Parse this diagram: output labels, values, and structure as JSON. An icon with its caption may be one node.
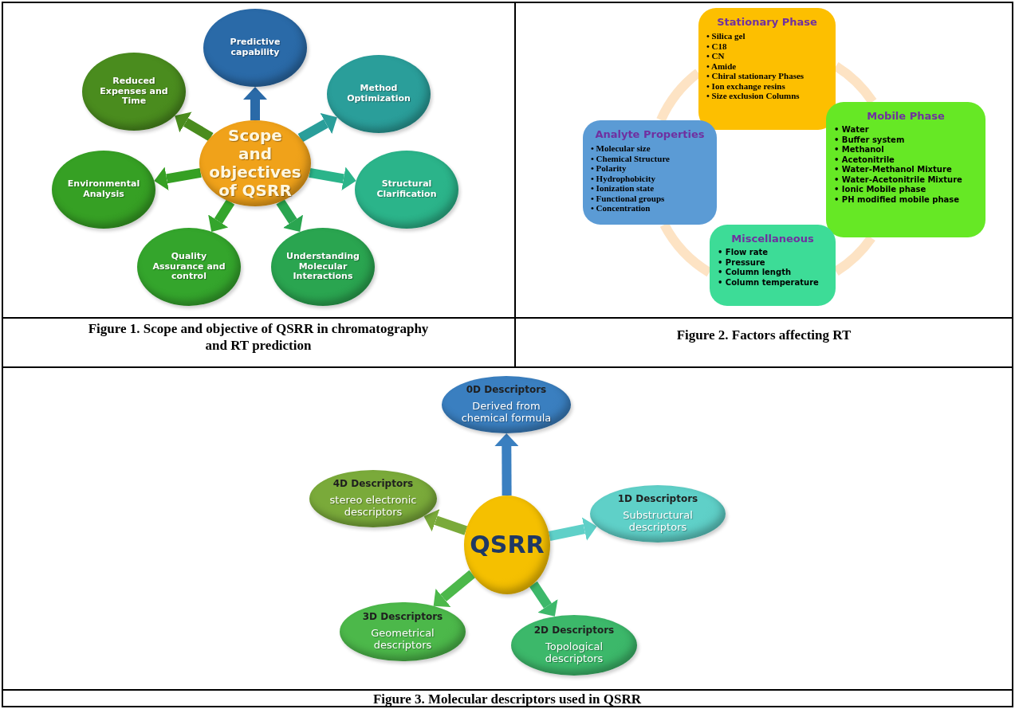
{
  "diagram": {
    "nodes": [
      {
        "text": [
          "Scope and objectives of QSRR"
        ]
      },
      {
        "text": [
          "Predictive capability"
        ]
      },
      {
        "text": [
          "Method Optimization"
        ]
      },
      {
        "text": [
          "Structural Clarification"
        ]
      },
      {
        "text": [
          "Understanding Molecular Interactions"
        ]
      },
      {
        "text": [
          "Quality Assurance and control"
        ]
      },
      {
        "text": [
          "Environmental Analysis"
        ]
      },
      {
        "text": [
          "Reduced Expenses and Time"
        ]
      },
      {
        "text": [
          "Stationary Phase",
          "• Silica gel",
          "• C18",
          "• CN",
          "• Amide",
          "• Chiral stationary Phases",
          "• Ion exchange resins",
          "• Size exclusion Columns"
        ]
      },
      {
        "text": [
          "Mobile Phase",
          "• Water",
          "• Buffer system",
          "• Methanol",
          "• Acetonitrile",
          "• Water-Methanol Mixture",
          "• Water-Acetonitrile Mixture",
          "• Ionic Mobile phase",
          "• PH modified mobile phase"
        ]
      },
      {
        "text": [
          "Miscellaneous",
          "• Flow rate",
          "• Pressure",
          "• Column length",
          "• Column temperature"
        ]
      },
      {
        "text": [
          "Analyte Properties",
          "• Molecular size",
          "• Chemical Structure",
          "• Polarity",
          "• Hydrophobicity",
          "• Ionization state",
          "• Functional groups",
          "• Concentration"
        ]
      },
      {
        "text": [
          "QSRR"
        ]
      },
      {
        "text": [
          "0D Descriptors",
          "Derived from chemical formula"
        ]
      },
      {
        "text": [
          "1D Descriptors",
          "Substructural descriptors"
        ]
      },
      {
        "text": [
          "2D Descriptors",
          "Topological descriptors"
        ]
      },
      {
        "text": [
          "3D Descriptors",
          "Geometrical descriptors"
        ]
      },
      {
        "text": [
          "4D Descriptors",
          "stereo electronic descriptors"
        ]
      }
    ],
    "edges": [
      {
        "from": 0,
        "to": 1,
        "arrow": "to",
        "color": "#2a6aa8"
      },
      {
        "from": 0,
        "to": 2,
        "arrow": "to",
        "color": "#2a9e9a"
      },
      {
        "from": 0,
        "to": 3,
        "arrow": "to",
        "color": "#2bb48a"
      },
      {
        "from": 0,
        "to": 4,
        "arrow": "to",
        "color": "#2aa550"
      },
      {
        "from": 0,
        "to": 5,
        "arrow": "to",
        "color": "#34a52c"
      },
      {
        "from": 0,
        "to": 6,
        "arrow": "to",
        "color": "#36a024"
      },
      {
        "from": 0,
        "to": 7,
        "arrow": "to",
        "color": "#4a8c1e"
      },
      {
        "from": 8,
        "to": 9,
        "arrow": "none",
        "color": "#fde3c4"
      },
      {
        "from": 9,
        "to": 10,
        "arrow": "none",
        "color": "#fde3c4"
      },
      {
        "from": 10,
        "to": 11,
        "arrow": "none",
        "color": "#fde3c4"
      },
      {
        "from": 11,
        "to": 8,
        "arrow": "none",
        "color": "#fde3c4"
      },
      {
        "from": 12,
        "to": 13,
        "arrow": "to",
        "color": "#3a7fc0"
      },
      {
        "from": 12,
        "to": 14,
        "arrow": "to",
        "color": "#5fd0c8"
      },
      {
        "from": 12,
        "to": 15,
        "arrow": "to",
        "color": "#3cb86a"
      },
      {
        "from": 12,
        "to": 16,
        "arrow": "to",
        "color": "#4cb84a"
      },
      {
        "from": 12,
        "to": 17,
        "arrow": "to",
        "color": "#7aaa3a"
      }
    ],
    "labels": [
      "Figure 1. Scope and objective of QSRR in chromatography and RT prediction",
      "Figure 2. Factors affecting RT",
      "Figure 3. Molecular descriptors used in QSRR"
    ]
  }
}
